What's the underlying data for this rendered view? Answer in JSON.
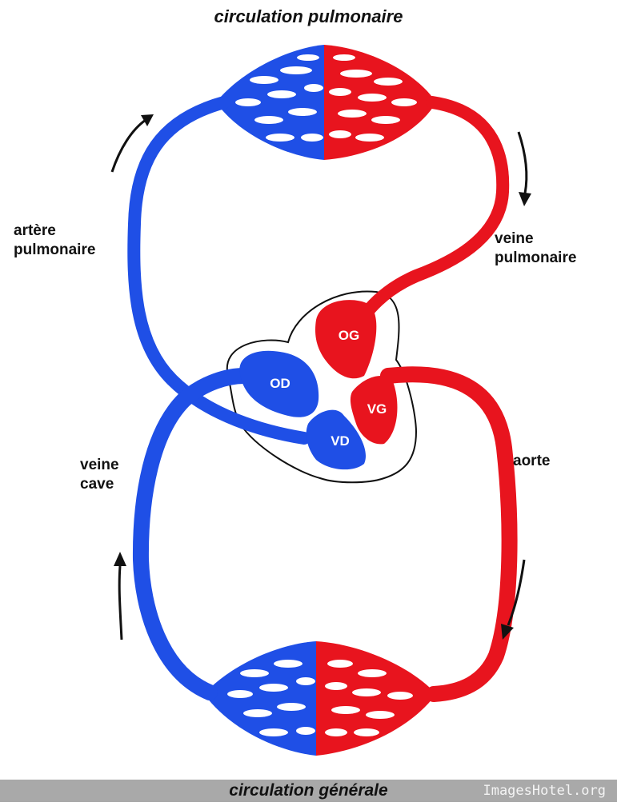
{
  "diagram": {
    "title_top": "circulation pulmonaire",
    "labels": {
      "artere_line1": "artère",
      "artere_line2": "pulmonaire",
      "veine_pulm_line1": "veine",
      "veine_pulm_line2": "pulmonaire",
      "veine_cave_line1": "veine",
      "veine_cave_line2": "cave",
      "aorte": "aorte"
    },
    "chambers": {
      "og": "OG",
      "od": "OD",
      "vg": "VG",
      "vd": "VD"
    },
    "colors": {
      "deoxygenated": "#1f4fe6",
      "oxygenated": "#e8141e",
      "outline": "#111111"
    }
  },
  "footer": {
    "title": "circulation générale",
    "watermark": "ImagesHotel.org"
  }
}
